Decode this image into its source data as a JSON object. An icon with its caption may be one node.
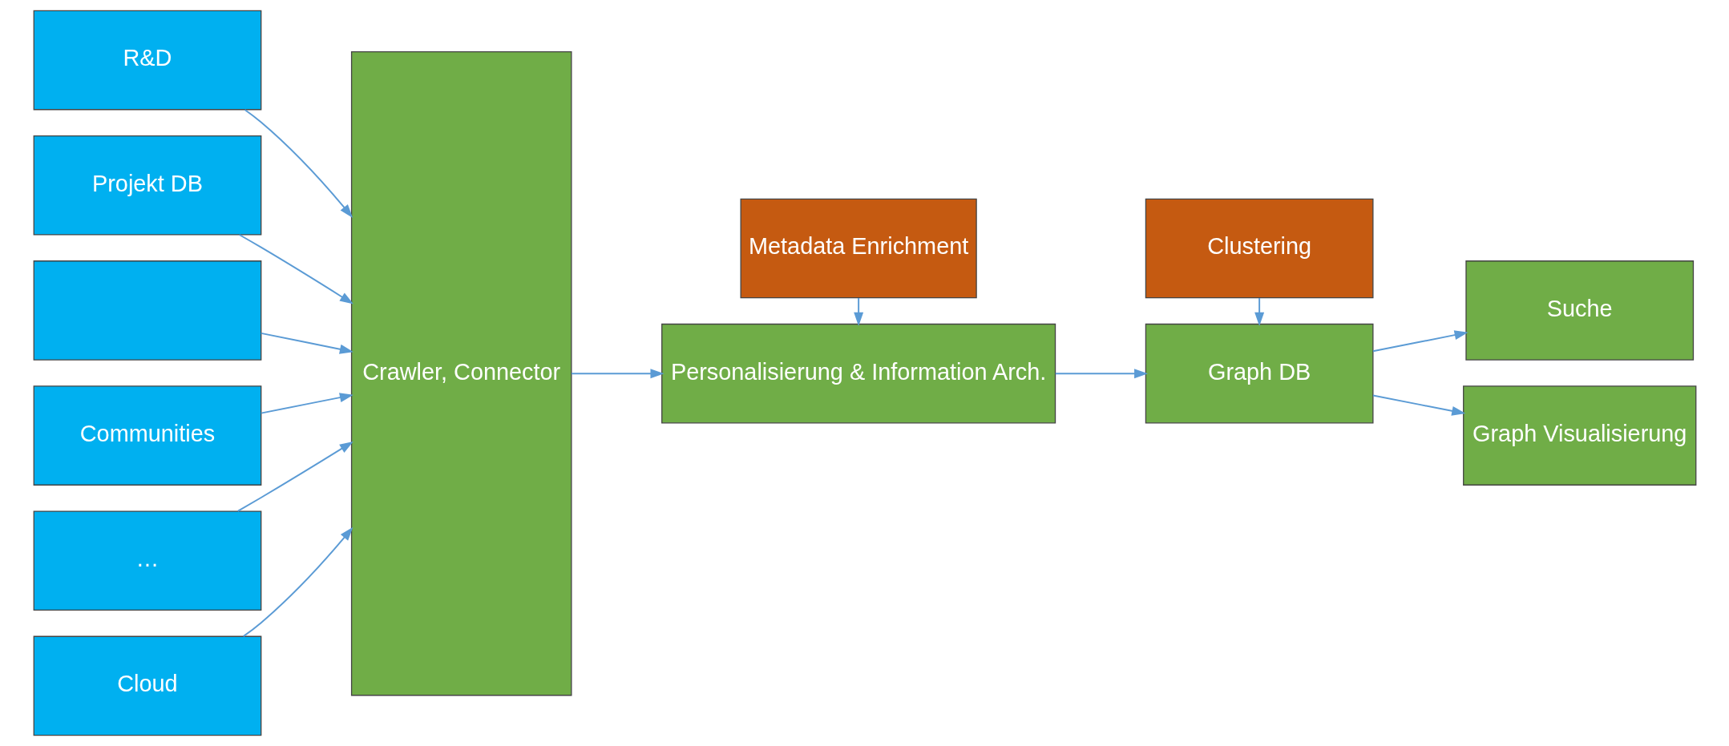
{
  "diagram": {
    "nodes": [
      {
        "text": [
          "R&D"
        ]
      },
      {
        "text": [
          "Projekt DB"
        ]
      },
      {
        "text": [],
        "shape": "box"
      },
      {
        "text": [
          "Communities"
        ]
      },
      {
        "text": [
          "…"
        ]
      },
      {
        "text": [
          "Cloud"
        ]
      },
      {
        "text": [
          "Crawler, Connector"
        ]
      },
      {
        "text": [
          "Metadata Enrichment"
        ]
      },
      {
        "text": [
          "Personalisierung & Information Arch."
        ]
      },
      {
        "text": [
          "Clustering"
        ]
      },
      {
        "text": [
          "Graph DB"
        ]
      },
      {
        "text": [
          "Suche"
        ]
      },
      {
        "text": [
          "Graph Visualisierung"
        ]
      }
    ],
    "edges": [
      {
        "from": 0,
        "to": 6,
        "arrow": "to"
      },
      {
        "from": 1,
        "to": 6,
        "arrow": "to"
      },
      {
        "from": 2,
        "to": 6,
        "arrow": "to"
      },
      {
        "from": 3,
        "to": 6,
        "arrow": "to"
      },
      {
        "from": 4,
        "to": 6,
        "arrow": "to"
      },
      {
        "from": 5,
        "to": 6,
        "arrow": "to"
      },
      {
        "from": 6,
        "to": 8,
        "arrow": "to"
      },
      {
        "from": 7,
        "to": 8,
        "arrow": "to"
      },
      {
        "from": 8,
        "to": 10,
        "arrow": "to"
      },
      {
        "from": 9,
        "to": 10,
        "arrow": "to"
      },
      {
        "from": 10,
        "to": 11,
        "arrow": "to"
      },
      {
        "from": 10,
        "to": 12,
        "arrow": "to"
      }
    ]
  }
}
